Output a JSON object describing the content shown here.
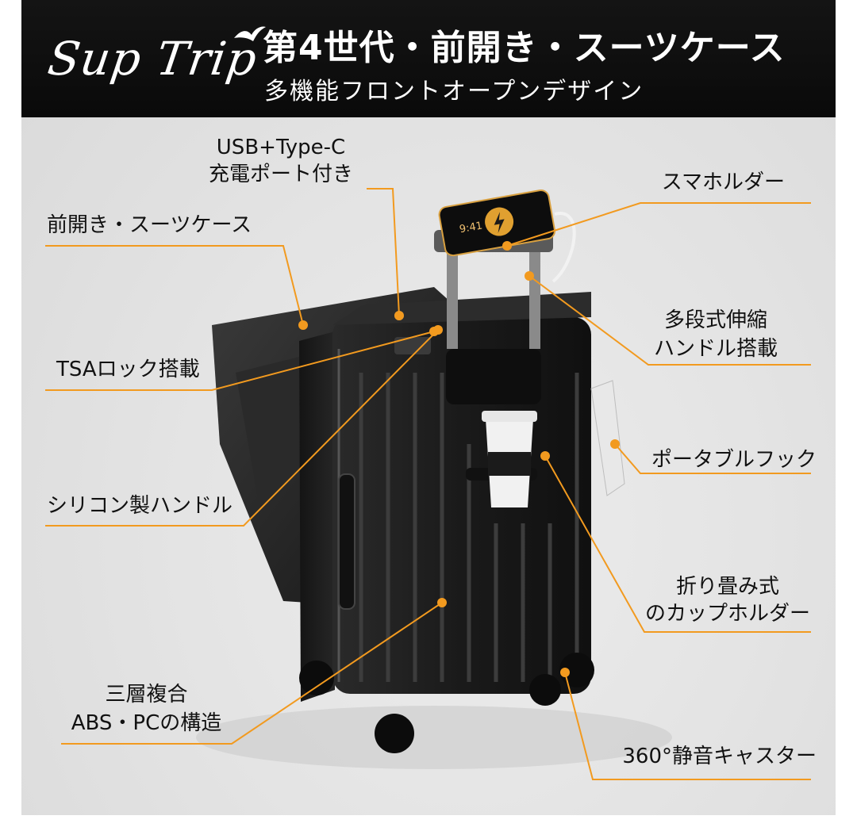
{
  "header": {
    "brand": "Sup Trip",
    "title": "第4世代・前開き・スーツケース",
    "subtitle": "多機能フロントオープンデザイン"
  },
  "callouts": {
    "usb_port": {
      "line1": "USB+Type-C",
      "line2": "充電ポート付き"
    },
    "front_open": "前開き・スーツケース",
    "tsa_lock": "TSAロック搭載",
    "silicone_handle": "シリコン製ハンドル",
    "abs_pc": {
      "line1": "三層複合",
      "line2": "ABS・PCの構造"
    },
    "phone_holder": "スマホルダー",
    "telescopic_handle": {
      "line1": "多段式伸縮",
      "line2": "ハンドル搭載"
    },
    "portable_hook": "ポータブルフック",
    "cup_holder": {
      "line1": "折り畳み式",
      "line2": "のカップホルダー"
    },
    "casters": "360°静音キャスター"
  },
  "phone_time": "9:41",
  "colors": {
    "banner": "#0b0b0b",
    "accent_orange": "#f29a1f",
    "suitcase": "#1c1c1c",
    "background": "#e6e6e6"
  },
  "icons": [
    "bird-icon",
    "charging-bolt-icon"
  ]
}
